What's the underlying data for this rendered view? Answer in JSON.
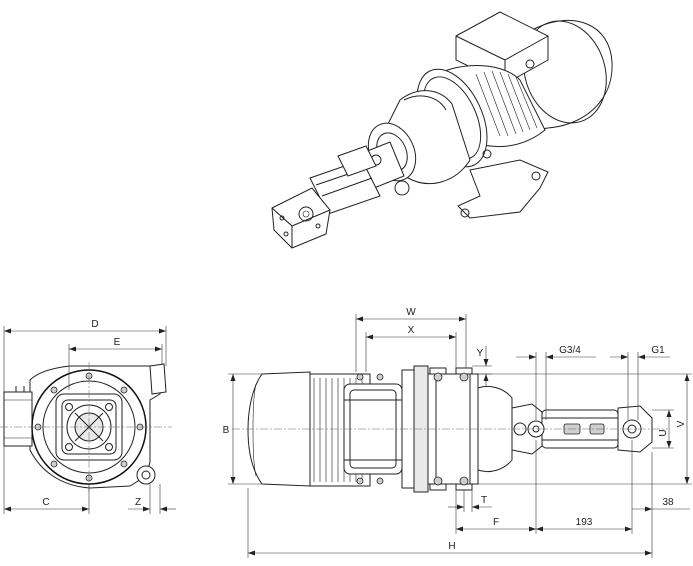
{
  "drawing": {
    "views": [
      "isometric-view",
      "end-view",
      "side-view"
    ],
    "end_view_labels": {
      "D": "D",
      "E": "E",
      "C": "C",
      "Z": "Z"
    },
    "side_view_labels": {
      "W": "W",
      "X": "X",
      "Y": "Y",
      "B": "B",
      "G3_4": "G3/4",
      "G1": "G1",
      "U": "U",
      "V": "V",
      "T": "T",
      "F": "F",
      "dim_193": "193",
      "dim_38": "38",
      "H": "H"
    }
  }
}
